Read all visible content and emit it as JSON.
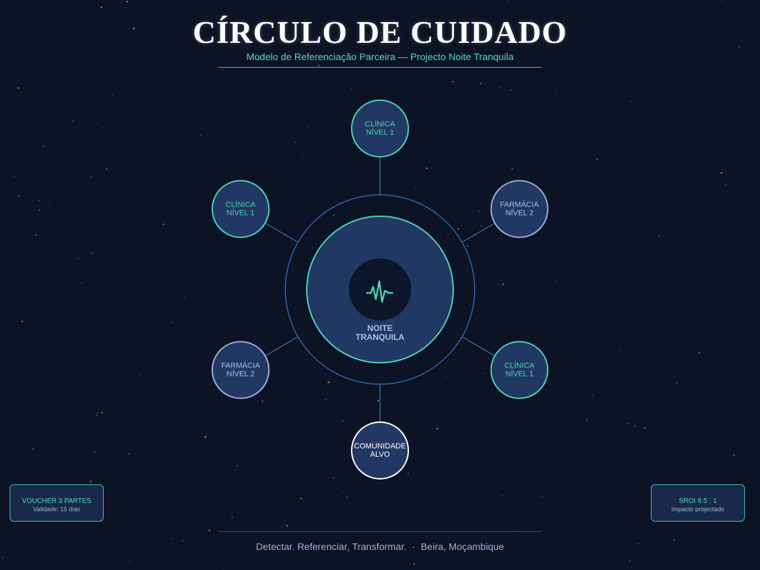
{
  "header": {
    "title": "CÍRCULO DE CUIDADO",
    "subtitle": "Modelo de Referenciação Parceira — Projecto Noite Tranquila"
  },
  "hub": {
    "label_line1": "NOITE",
    "label_line2": "TRANQUILA",
    "icon": "heartbeat-icon"
  },
  "nodes": [
    {
      "id": "top",
      "line1": "CLÍNICA",
      "line2": "NÍVEL 1",
      "kind": "clinic"
    },
    {
      "id": "upper-right",
      "line1": "FARMÁCIA",
      "line2": "NÍVEL 2",
      "kind": "pharmacy"
    },
    {
      "id": "lower-right",
      "line1": "CLÍNICA",
      "line2": "NÍVEL 1",
      "kind": "clinic"
    },
    {
      "id": "bottom",
      "line1": "COMUNIDADE",
      "line2": "ALVO",
      "kind": "community"
    },
    {
      "id": "lower-left",
      "line1": "FARMÁCIA",
      "line2": "NÍVEL 2",
      "kind": "pharmacy"
    },
    {
      "id": "upper-left",
      "line1": "CLÍNICA",
      "line2": "NÍVEL 1",
      "kind": "clinic"
    }
  ],
  "cards": {
    "voucher": {
      "main": "VOUCHER 3 PARTES",
      "sub": "Validade: 15 dias"
    },
    "sroi": {
      "main": "SROI  8.5 : 1",
      "sub": "Impacto projectado"
    }
  },
  "footer": {
    "tagline": "Detectar. Referenciar. Transformar.",
    "separator": "·",
    "location": "Beira, Moçambique"
  },
  "colors": {
    "background": "#0b1325",
    "teal": "#4fd1b5",
    "node_fill": "#223864",
    "pharmacy_stroke": "#9aaedb",
    "community_stroke": "#ffffff",
    "outer_ring": "#3561a8"
  }
}
